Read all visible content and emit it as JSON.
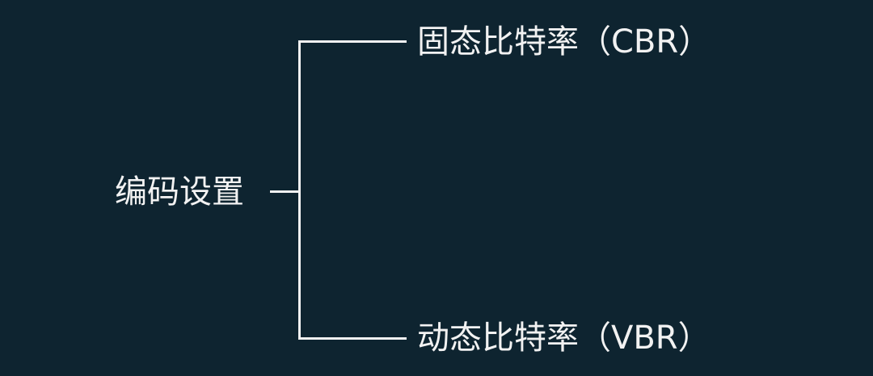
{
  "diagram": {
    "root": {
      "label": "编码设置"
    },
    "children": [
      {
        "label": "固态比特率（CBR）"
      },
      {
        "label": "动态比特率（VBR）"
      }
    ],
    "colors": {
      "background": "#0e2430",
      "text": "#f2f2f2",
      "line": "#f2f2f2"
    }
  }
}
